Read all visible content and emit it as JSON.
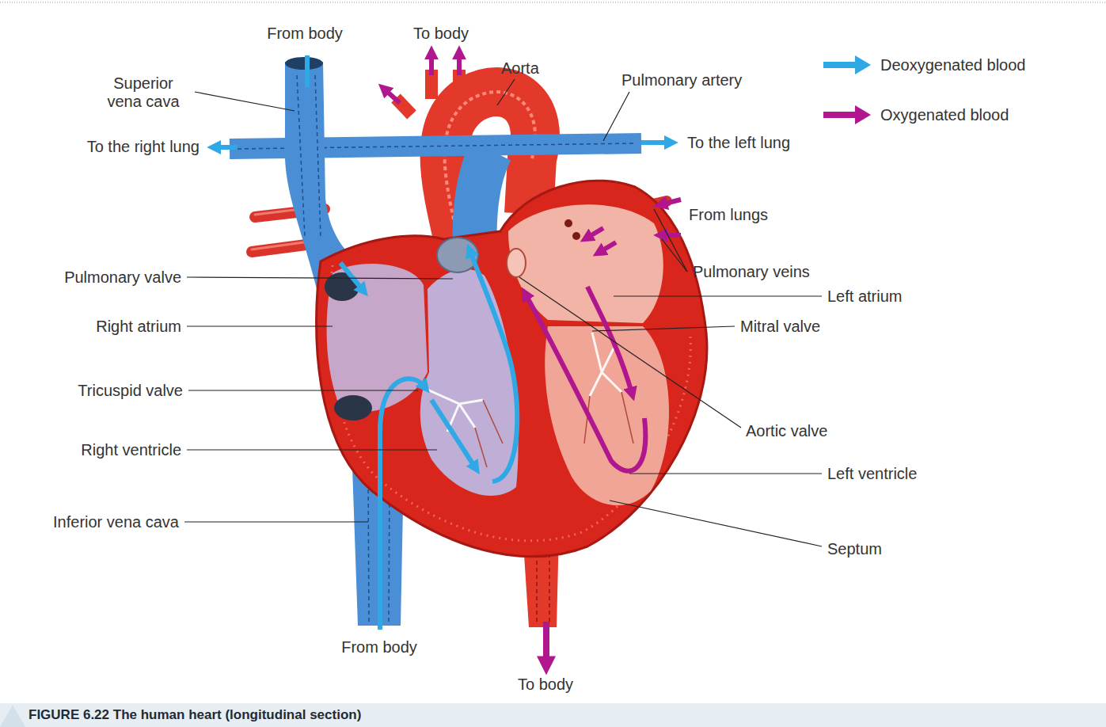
{
  "diagram": {
    "caption": "FIGURE 6.22 The human heart (longitudinal section)",
    "labels": [
      "From body",
      "To body",
      "Aorta",
      "Pulmonary artery",
      "Superior vena cava",
      "To the right lung",
      "To the left lung",
      "From lungs",
      "Pulmonary veins",
      "Pulmonary valve",
      "Left atrium",
      "Right atrium",
      "Mitral valve",
      "Tricuspid valve",
      "Aortic valve",
      "Right ventricle",
      "Left ventricle",
      "Inferior vena cava",
      "Septum",
      "From body",
      "To body"
    ],
    "legend": [
      {
        "text": "Deoxygenated blood",
        "color": "#2fa9e6"
      },
      {
        "text": "Oxygenated blood",
        "color": "#b0178f"
      }
    ]
  }
}
